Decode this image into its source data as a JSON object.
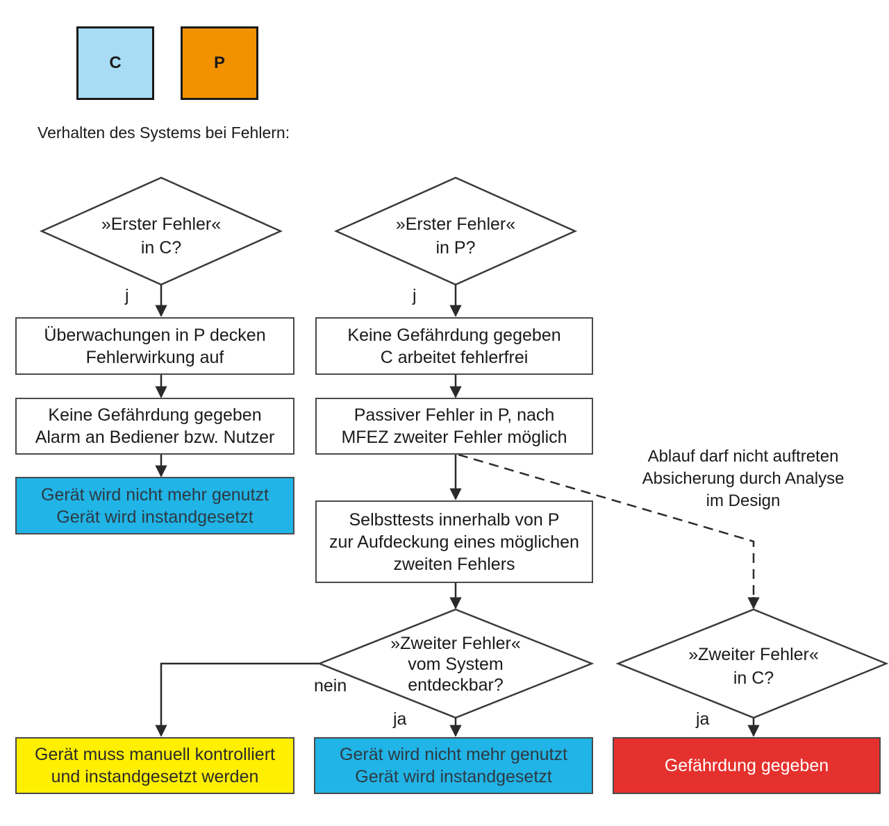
{
  "legend": [
    {
      "label": "C",
      "color": "#a8dcf5"
    },
    {
      "label": "P",
      "color": "#f39200"
    }
  ],
  "heading": "Verhalten des Systems bei Fehlern:",
  "decisions": {
    "first_c": "»Erster Fehler«\nin C?",
    "first_p": "»Erster Fehler«\nin P?",
    "second_detect": "»Zweiter Fehler«\nvom System\nentdeckbar?",
    "second_c": "»Zweiter Fehler«\nin C?"
  },
  "edge_labels": {
    "j_left": "j",
    "j_mid": "j",
    "nein": "nein",
    "ja_mid": "ja",
    "ja_right": "ja"
  },
  "boxes": {
    "monitoring_p": "Überwachungen in P decken\nFehlerwirkung auf",
    "no_hazard_alarm": "Keine Gefährdung gegeben\nAlarm an Bediener bzw. Nutzer",
    "device_off_left": "Gerät wird nicht mehr genutzt\nGerät wird instandgesetzt",
    "no_hazard_c_ok": "Keine Gefährdung gegeben\nC arbeitet fehlerfrei",
    "passive_fault": "Passiver Fehler in P, nach\nMFEZ zweiter Fehler möglich",
    "selftests": "Selbsttests innerhalb von P\nzur Aufdeckung eines möglichen\nzweiten Fehlers",
    "manual_check": "Gerät muss manuell kontrolliert\nund instandgesetzt werden",
    "device_off_mid": "Gerät wird nicht mehr genutzt\nGerät wird instandgesetzt",
    "hazard": "Gefährdung gegeben"
  },
  "note": "Ablauf darf nicht auftreten\nAbsicherung durch Analyse\nim Design",
  "colors": {
    "blue": "#21b4e6",
    "yellow": "#ffef00",
    "red": "#e5312d",
    "line": "#3a3a3a"
  }
}
